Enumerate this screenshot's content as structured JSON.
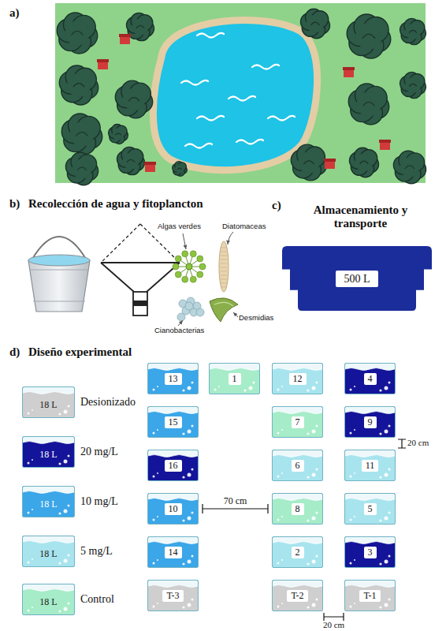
{
  "diagram": {
    "nodes": [
      {
        "text": [
          "500 L"
        ]
      },
      {
        "text": [
          "13"
        ]
      },
      {
        "text": [
          "1"
        ]
      },
      {
        "text": [
          "12"
        ]
      },
      {
        "text": [
          "4"
        ]
      },
      {
        "text": [
          "15"
        ]
      },
      {
        "text": [
          "7"
        ]
      },
      {
        "text": [
          "9"
        ]
      },
      {
        "text": [
          "16"
        ]
      },
      {
        "text": [
          "6"
        ]
      },
      {
        "text": [
          "11"
        ]
      },
      {
        "text": [
          "10"
        ]
      },
      {
        "text": [
          "8"
        ]
      },
      {
        "text": [
          "5"
        ]
      },
      {
        "text": [
          "14"
        ]
      },
      {
        "text": [
          "2"
        ]
      },
      {
        "text": [
          "3"
        ]
      },
      {
        "text": [
          "T-3"
        ]
      },
      {
        "text": [
          "T-2"
        ]
      },
      {
        "text": [
          "T-1"
        ]
      }
    ],
    "labels": [
      "a)",
      "b)",
      "Recolección de agua y fitoplancton",
      "Algas verdes",
      "Diatomaceas",
      "Cianobacterias",
      "Desmidias",
      "c)",
      "Almacenamiento y transporte",
      "d)",
      "Diseño experimental",
      "18 L",
      "18 L",
      "18 L",
      "18 L",
      "18 L",
      "70 cm",
      "20 cm",
      "20 cm"
    ],
    "legend": [
      {
        "text": "Desionizado",
        "color": "#cfcfcf"
      },
      {
        "text": "20 mg/L",
        "color": "#14149a"
      },
      {
        "text": "10 mg/L",
        "color": "#3ba6e8"
      },
      {
        "text": "5 mg/L",
        "color": "#a8e4ee"
      },
      {
        "text": "Control",
        "color": "#a6ecc9"
      }
    ]
  }
}
